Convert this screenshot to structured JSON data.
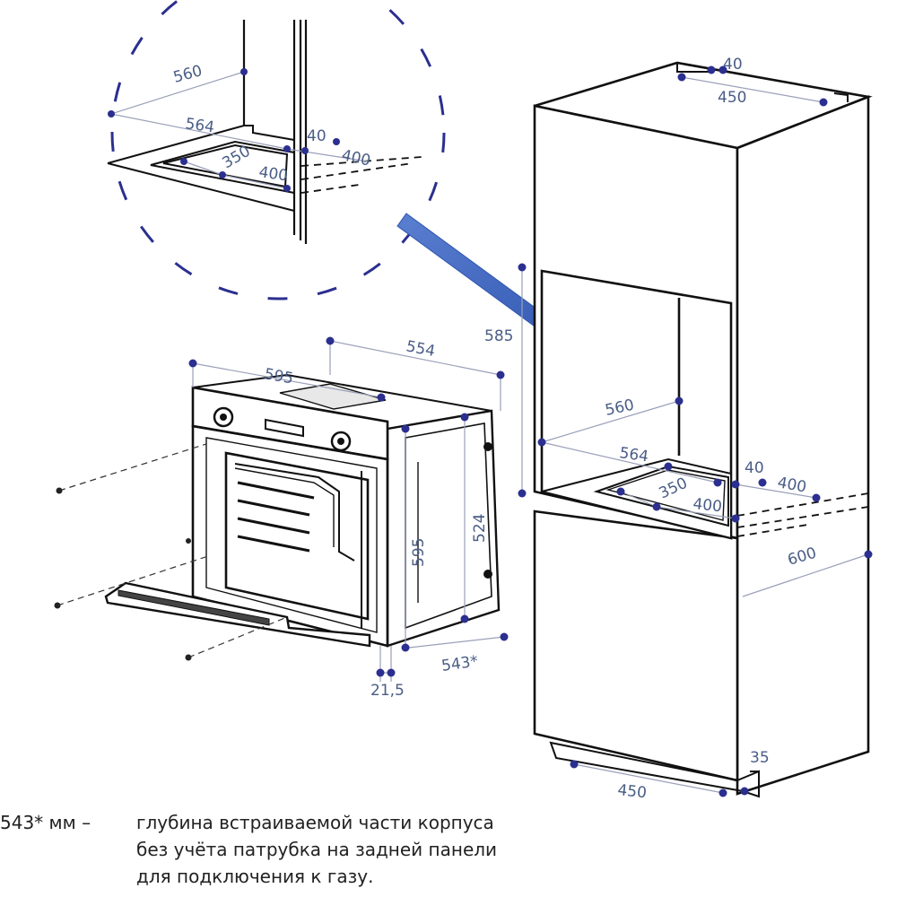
{
  "detail_labels": {
    "d560": "560",
    "d564": "564",
    "d40": "40",
    "d400a": "400",
    "d350": "350",
    "d400b": "400"
  },
  "oven_labels": {
    "d595w": "595",
    "d554": "554",
    "d595h": "595",
    "d524": "524",
    "d543": "543*",
    "d21": "21,5"
  },
  "cabinet_labels": {
    "top40": "40",
    "top450": "450",
    "d585": "585",
    "d560": "560",
    "d564": "564",
    "d40": "40",
    "d400a": "400",
    "d350": "350",
    "d400b": "400",
    "d600": "600",
    "d35": "35",
    "bottom450": "450"
  },
  "footnote": {
    "key": "543* мм –",
    "line1": "глубина встраиваемой части корпуса",
    "line2": "без учёта патрубка на задней панели",
    "line3": "для подключения к газу."
  },
  "colors": {
    "accent_blue": "#3a5fb0",
    "dimension_blue": "#2b2f8f",
    "line_dark": "#1a1a1a"
  }
}
